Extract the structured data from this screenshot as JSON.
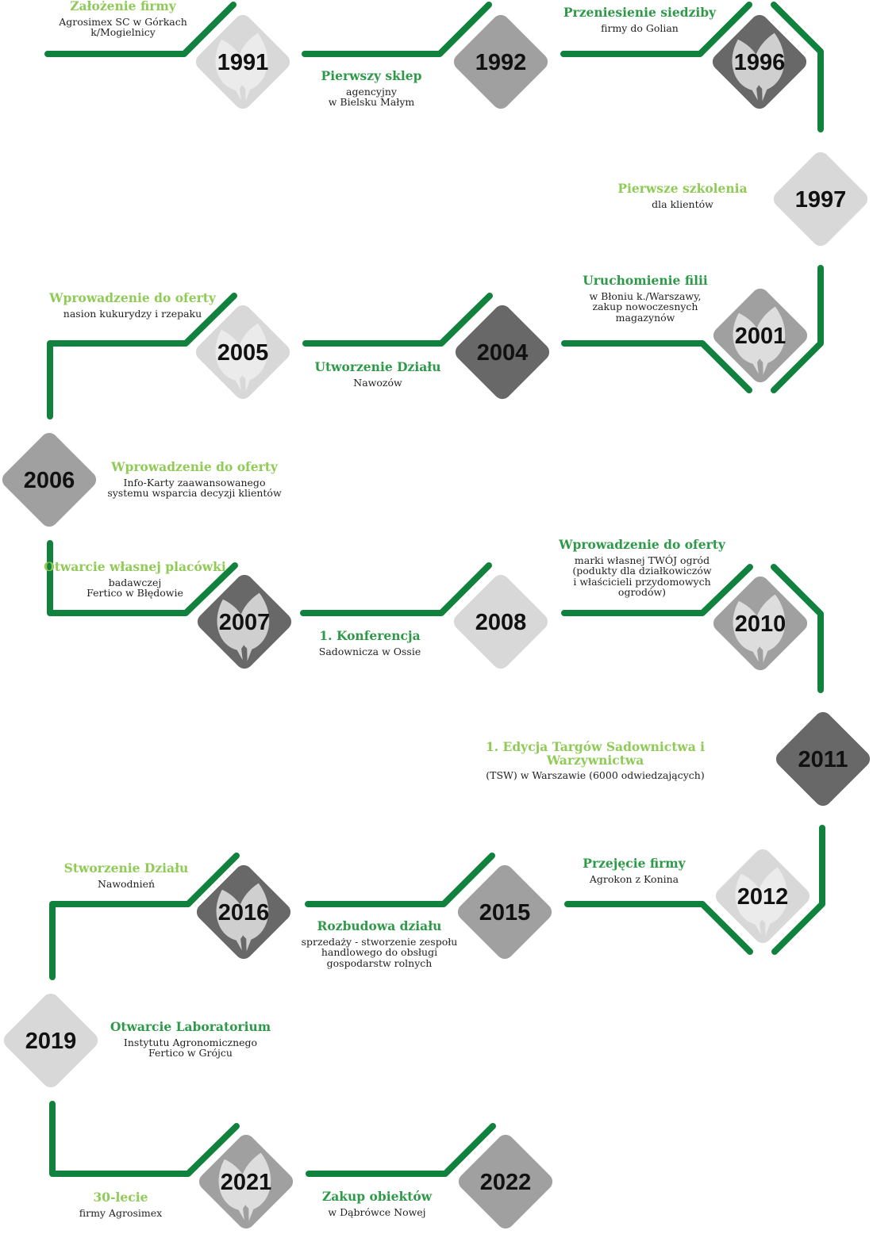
{
  "colors": {
    "line": "#11823d",
    "title_dark": "#2e9a49",
    "title_light": "#8fcb56",
    "diamond_light": "#d8d8d8",
    "diamond_mid": "#a0a0a0",
    "diamond_dark": "#686868",
    "leaf": "#f2f2f2"
  },
  "milestones": [
    {
      "year": "1991",
      "shade": "light",
      "leaf": true
    },
    {
      "year": "1992",
      "shade": "mid",
      "leaf": false
    },
    {
      "year": "1996",
      "shade": "dark",
      "leaf": true
    },
    {
      "year": "1997",
      "shade": "light",
      "leaf": false
    },
    {
      "year": "2001",
      "shade": "mid",
      "leaf": true
    },
    {
      "year": "2004",
      "shade": "dark",
      "leaf": false
    },
    {
      "year": "2005",
      "shade": "light",
      "leaf": true
    },
    {
      "year": "2006",
      "shade": "mid",
      "leaf": false
    },
    {
      "year": "2007",
      "shade": "dark",
      "leaf": true
    },
    {
      "year": "2008",
      "shade": "light",
      "leaf": false
    },
    {
      "year": "2010",
      "shade": "mid",
      "leaf": true
    },
    {
      "year": "2011",
      "shade": "dark",
      "leaf": false
    },
    {
      "year": "2012",
      "shade": "light",
      "leaf": true
    },
    {
      "year": "2015",
      "shade": "mid",
      "leaf": false
    },
    {
      "year": "2016",
      "shade": "dark",
      "leaf": true
    },
    {
      "year": "2019",
      "shade": "light",
      "leaf": false
    },
    {
      "year": "2021",
      "shade": "mid",
      "leaf": true
    },
    {
      "year": "2022",
      "shade": "mid",
      "leaf": false
    }
  ],
  "events": [
    {
      "title": "Założenie firmy",
      "desc": "Agrosimex SC w Górkach\nk/Mogielnicy",
      "tone": "light"
    },
    {
      "title": "Pierwszy sklep",
      "desc": "agencyjny\nw Bielsku Małym",
      "tone": "dark"
    },
    {
      "title": "Przeniesienie siedziby",
      "desc": "firmy do Golian",
      "tone": "dark"
    },
    {
      "title": "Pierwsze szkolenia",
      "desc": "dla klientów",
      "tone": "light"
    },
    {
      "title": "Uruchomienie filii",
      "desc": "w Błoniu k./Warszawy,\nzakup nowoczesnych\nmagazynów",
      "tone": "dark"
    },
    {
      "title": "Utworzenie Działu",
      "desc": "Nawozów",
      "tone": "dark"
    },
    {
      "title": "Wprowadzenie do oferty",
      "desc": "nasion kukurydzy i rzepaku",
      "tone": "light"
    },
    {
      "title": "Wprowadzenie do oferty",
      "desc": "Info-Karty zaawansowanego\nsystemu wsparcia decyzji klientów",
      "tone": "light"
    },
    {
      "title": "Otwarcie własnej placówki",
      "desc": "badawczej\nFertico w Błędowie",
      "tone": "light"
    },
    {
      "title": "1. Konferencja",
      "desc": "Sadownicza w Ossie",
      "tone": "dark"
    },
    {
      "title": "Wprowadzenie do oferty",
      "desc": "marki własnej TWÓJ ogród\n(podukty dla działkowiczów\ni właścicieli przydomowych\nogrodów)",
      "tone": "dark"
    },
    {
      "title": "1. Edycja Targów Sadownictwa i Warzywnictwa",
      "desc": "(TSW) w Warszawie (6000 odwiedzających)",
      "tone": "light"
    },
    {
      "title": "Przejęcie firmy",
      "desc": "Agrokon z Konina",
      "tone": "dark"
    },
    {
      "title": "Rozbudowa działu",
      "desc": "sprzedaży - stworzenie zespołu\nhandlowego do obsługi\ngospodarstw rolnych",
      "tone": "dark"
    },
    {
      "title": "Stworzenie Działu",
      "desc": "Nawodnień",
      "tone": "light"
    },
    {
      "title": "Otwarcie Laboratorium",
      "desc": "Instytutu Agronomicznego\nFertico w Grójcu",
      "tone": "dark"
    },
    {
      "title": "30-lecie",
      "desc": "firmy Agrosimex",
      "tone": "light"
    },
    {
      "title": "Zakup obiektów",
      "desc": "w Dąbrówce Nowej",
      "tone": "dark"
    }
  ]
}
